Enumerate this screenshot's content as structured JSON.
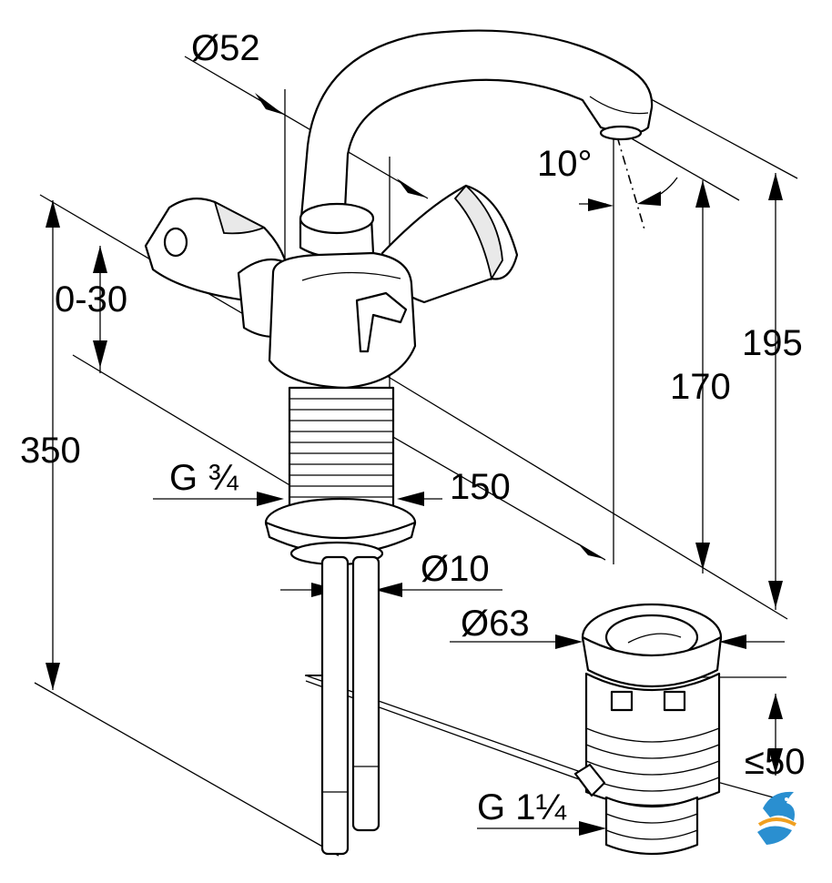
{
  "dimensions": {
    "d52": "Ø52",
    "angle": "10°",
    "lever_travel": "0-30",
    "height_total": "350",
    "thread_body": "G ¾",
    "reach": "150",
    "height_outlet": "170",
    "height_spout": "195",
    "d_rod": "Ø10",
    "d_waste": "Ø63",
    "waste_height": "≤50",
    "thread_waste": "G 1¼"
  },
  "colors": {
    "line": "#000000",
    "logo_blue": "#2a8fd0",
    "logo_orange": "#f0a020"
  },
  "logo": {
    "icon": "dolphin-logo-icon"
  }
}
